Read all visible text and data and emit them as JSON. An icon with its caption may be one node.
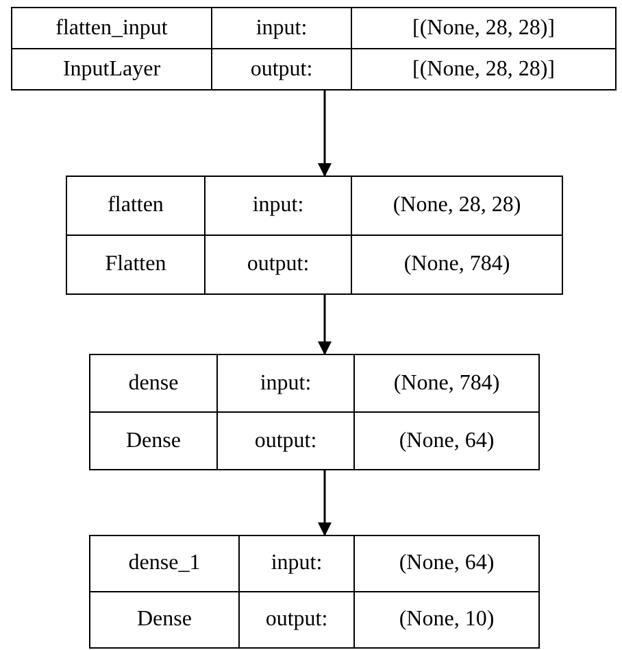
{
  "diagram": {
    "nodes": [
      {
        "text": [
          "flatten_input",
          "input:",
          "[(None, 28, 28)]",
          "InputLayer",
          "output:",
          "[(None, 28, 28)]"
        ]
      },
      {
        "text": [
          "flatten",
          "input:",
          "(None, 28, 28)",
          "Flatten",
          "output:",
          "(None, 784)"
        ]
      },
      {
        "text": [
          "dense",
          "input:",
          "(None, 784)",
          "Dense",
          "output:",
          "(None, 64)"
        ]
      },
      {
        "text": [
          "dense_1",
          "input:",
          "(None, 64)",
          "Dense",
          "output:",
          "(None, 10)"
        ]
      }
    ],
    "edges": [
      {
        "from": 0,
        "to": 1,
        "arrow": "to"
      },
      {
        "from": 1,
        "to": 2,
        "arrow": "to"
      },
      {
        "from": 2,
        "to": 3,
        "arrow": "to"
      }
    ]
  }
}
